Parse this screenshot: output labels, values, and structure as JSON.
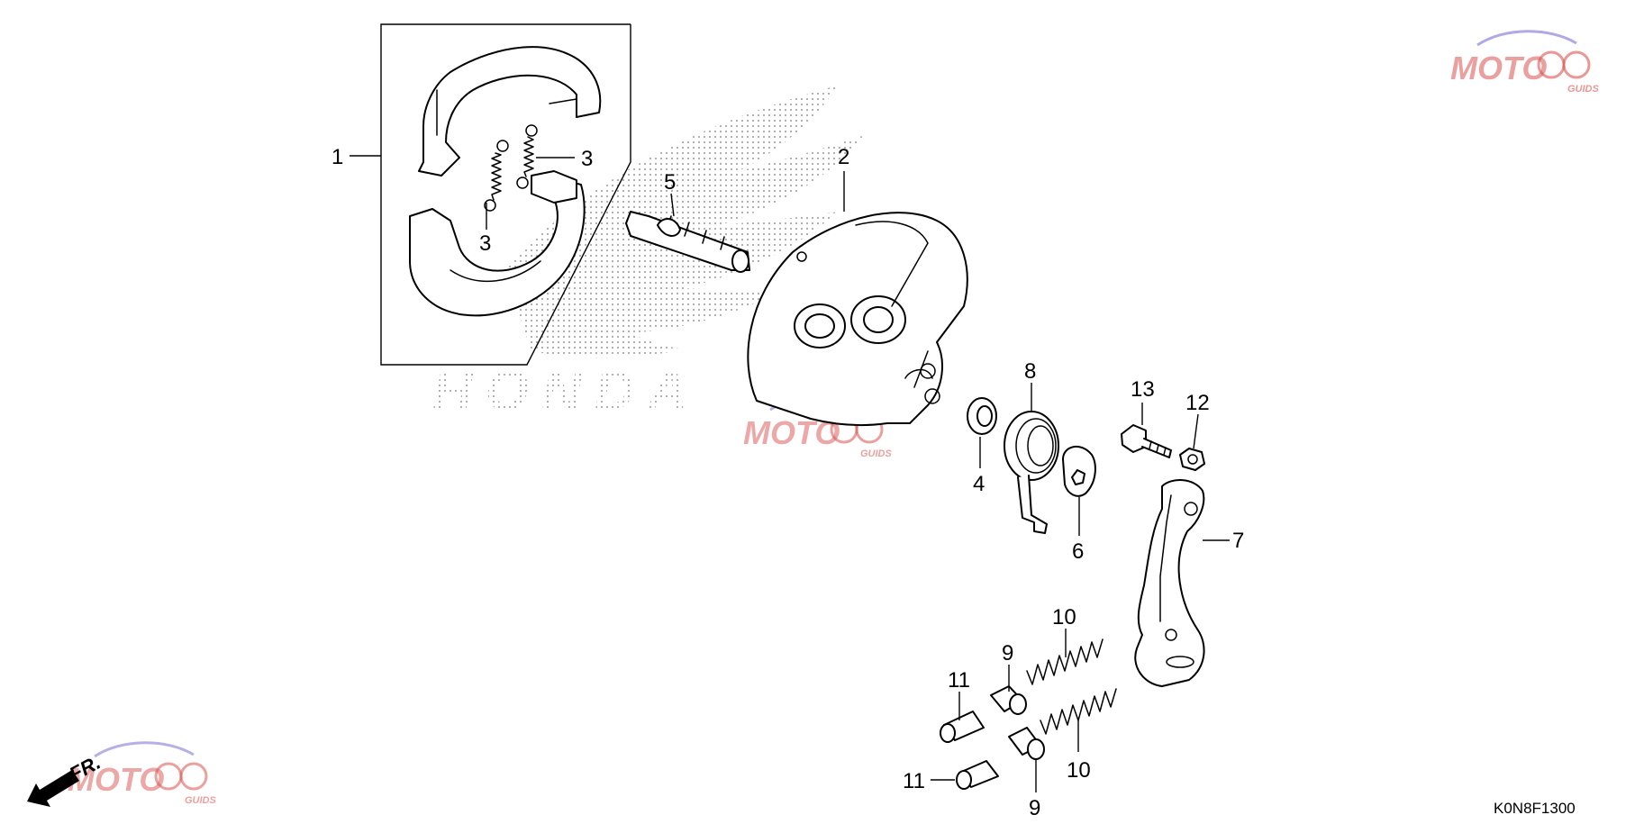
{
  "diagram": {
    "drawing_code": "K0N8F1300",
    "watermark": {
      "brand": "MOTO",
      "sub": "GUIDS"
    },
    "background_mark": "HONDA",
    "direction_label": "FR.",
    "callouts": [
      {
        "id": "c1",
        "label": "1"
      },
      {
        "id": "c2",
        "label": "2"
      },
      {
        "id": "c3a",
        "label": "3"
      },
      {
        "id": "c3b",
        "label": "3"
      },
      {
        "id": "c4",
        "label": "4"
      },
      {
        "id": "c5",
        "label": "5"
      },
      {
        "id": "c6",
        "label": "6"
      },
      {
        "id": "c7",
        "label": "7"
      },
      {
        "id": "c8",
        "label": "8"
      },
      {
        "id": "c9a",
        "label": "9"
      },
      {
        "id": "c9b",
        "label": "9"
      },
      {
        "id": "c10a",
        "label": "10"
      },
      {
        "id": "c10b",
        "label": "10"
      },
      {
        "id": "c11a",
        "label": "11"
      },
      {
        "id": "c11b",
        "label": "11"
      },
      {
        "id": "c12",
        "label": "12"
      },
      {
        "id": "c13",
        "label": "13"
      }
    ],
    "colors": {
      "line": "#000000",
      "watermark_red": "#d9534f",
      "watermark_purple": "#7b6fd0",
      "dots": "#9a9a9a"
    }
  }
}
